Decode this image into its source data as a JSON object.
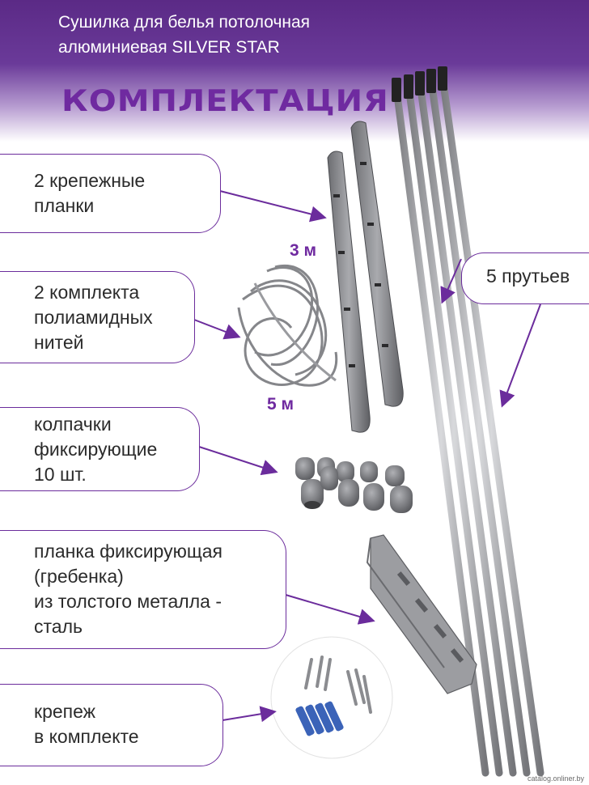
{
  "header": {
    "title_line1": "Сушилка для белья потолочная",
    "title_line2": "алюминиевая SILVER STAR"
  },
  "section_title": "КОМПЛЕКТАЦИЯ",
  "callouts": [
    {
      "text": "2 крепежные\nпланки"
    },
    {
      "text": "2 комплекта\nполиамидных\nнитей"
    },
    {
      "text": "колпачки\nфиксирующие\n10 шт."
    },
    {
      "text": "планка фиксирующая\n(гребенка)\nиз толстого металла -\nсталь"
    },
    {
      "text": "крепеж\nв комплекте"
    }
  ],
  "rods_label": "5 прутьев",
  "dimensions": {
    "top": "3 м",
    "bottom": "5 м"
  },
  "watermark": "catalog.onliner.by",
  "colors": {
    "accent": "#6f2aa0",
    "header_bg": "#5b2a86",
    "metal": "#8e8f93"
  }
}
